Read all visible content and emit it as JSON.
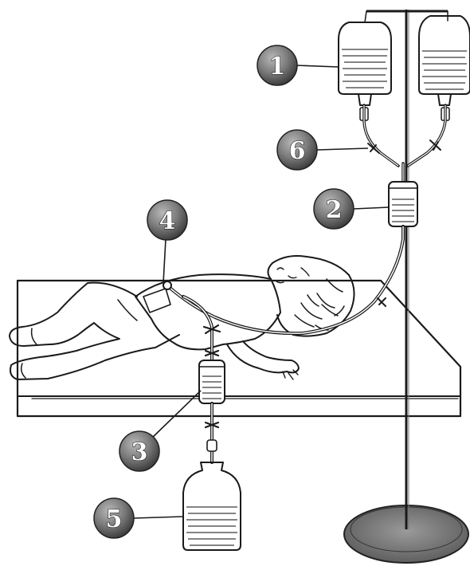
{
  "diagram": {
    "callouts": [
      {
        "id": "1",
        "label": "1"
      },
      {
        "id": "2",
        "label": "2"
      },
      {
        "id": "3",
        "label": "3"
      },
      {
        "id": "4",
        "label": "4"
      },
      {
        "id": "5",
        "label": "5"
      },
      {
        "id": "6",
        "label": "6"
      }
    ]
  },
  "colors": {
    "ink": "#1a1a1a",
    "callout_fill": "#7a7a7a",
    "stand_base": "#8a8a8a"
  }
}
